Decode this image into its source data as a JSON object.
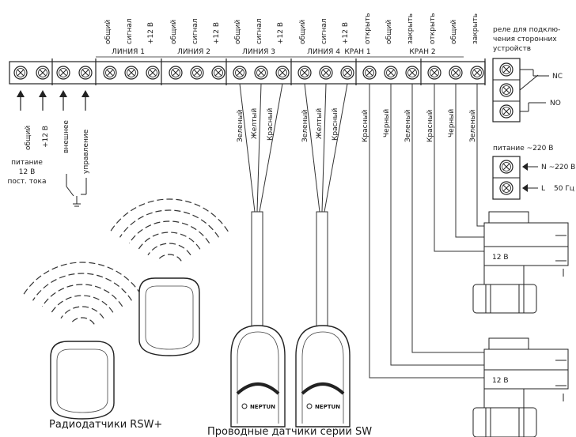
{
  "terminal_labels": {
    "liniya1": [
      "общий",
      "сигнал",
      "+12 В"
    ],
    "liniya2": [
      "общий",
      "сигнал",
      "+12 В"
    ],
    "liniya3": [
      "общий",
      "сигнал",
      "+12 В"
    ],
    "liniya4": [
      "общий",
      "сигнал",
      "+12 В"
    ],
    "kran1": [
      "открыть",
      "общий",
      "закрыть"
    ],
    "kran2": [
      "открыть",
      "общий",
      "закрыть"
    ]
  },
  "group_names": {
    "liniya1": "ЛИНИЯ 1",
    "liniya2": "ЛИНИЯ 2",
    "liniya3": "ЛИНИЯ 3",
    "liniya4": "ЛИНИЯ 4",
    "kran1": "КРАН 1",
    "kran2": "КРАН 2"
  },
  "relay": {
    "title_lines": [
      "реле для подклю-",
      "чения сторонних",
      "устройств"
    ],
    "nc": "NC",
    "no": "NO"
  },
  "bottom_inputs": {
    "obshiy": "общий",
    "plus12": "+12 В",
    "vneshnee": "внешнее",
    "upravlenie": "управление",
    "power_lines": [
      "питание",
      "12 В",
      "пост. тока"
    ]
  },
  "power220": {
    "title": "питание ~220 В",
    "n": "N ~220 В",
    "l": "L",
    "hz": "50 Гц"
  },
  "wires": {
    "liniya3": [
      "Зеленый",
      "Желтый",
      "Красный"
    ],
    "liniya4": [
      "Зеленый",
      "Желтый",
      "Красный"
    ],
    "kran1": [
      "Красный",
      "Черный",
      "Зеленый"
    ],
    "kran2": [
      "Красный",
      "Черный",
      "Зеленый"
    ]
  },
  "valves": {
    "v1_label": "12 В",
    "v2_label": "12 В"
  },
  "sensors": {
    "radio_caption": "Радиодатчики RSW+",
    "wired_caption": "Проводные датчики серии SW",
    "brand": "NEPTUN"
  }
}
